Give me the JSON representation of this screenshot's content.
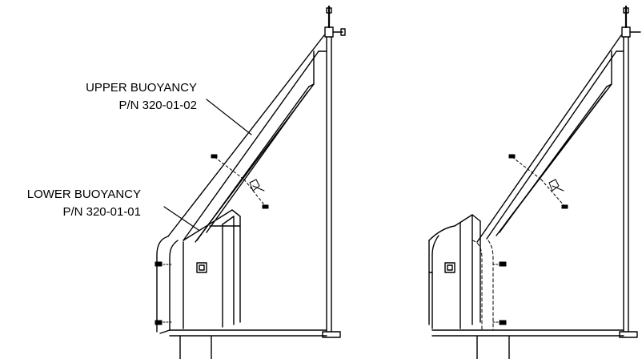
{
  "callouts": {
    "upper": {
      "name": "UPPER BUOYANCY",
      "part_number": "P/N 320-01-02"
    },
    "lower": {
      "name": "LOWER BUOYANCY",
      "part_number": "P/N 320-01-01"
    }
  },
  "colors": {
    "line": "#000000",
    "background": "#ffffff"
  }
}
